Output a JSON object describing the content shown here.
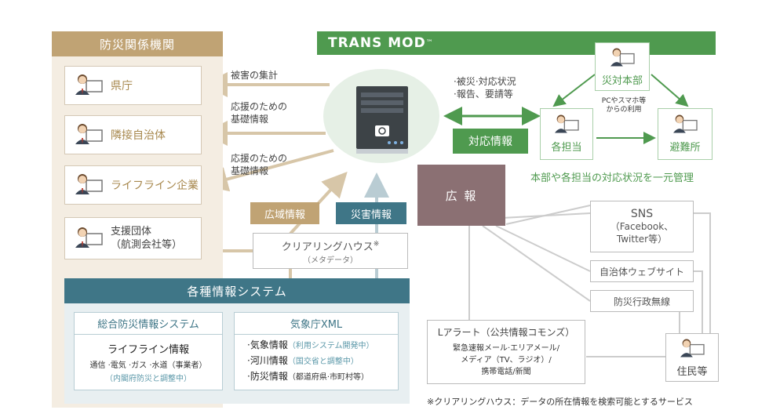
{
  "left_panel": {
    "title": "防災関係機関",
    "orgs": [
      "県庁",
      "隣接自治体",
      "ライフライン企業"
    ],
    "support": {
      "line1": "支援団体",
      "line2": "（航測会社等）"
    }
  },
  "trans_mod": {
    "title": "TRANS MOD",
    "tm": "™"
  },
  "flow_labels": {
    "damage_total": "被害の集計",
    "support_info_1": {
      "line1": "応援のための",
      "line2": "基礎情報"
    },
    "support_info_2": {
      "line1": "応援のための",
      "line2": "基礎情報"
    }
  },
  "tags": {
    "wide_area": "広域情報",
    "disaster": "災害情報",
    "response": "対応情報"
  },
  "clearing_house": {
    "title": "クリアリングハウス",
    "mark": "※",
    "sub": "（メタデータ）"
  },
  "info_systems": {
    "title": "各種情報システム",
    "sogo": {
      "title": "総合防災情報システム",
      "item": "ライフライン情報",
      "detail": "通信 ·電気 ·ガス ·水道（事業者）",
      "note": "（内閣府防災と調整中）"
    },
    "kishocho": {
      "title": "気象庁XML",
      "items": [
        {
          "main": "·気象情報",
          "note": "（利用システム開発中）"
        },
        {
          "main": "·河川情報",
          "note": "（国交省と調整中）"
        },
        {
          "main": "·防災情報",
          "note": "（都道府県·市町村等）"
        }
      ]
    }
  },
  "right_top": {
    "status": {
      "line1": "·被災·対応状況",
      "line2": "·報告、要請等"
    },
    "hq": "災対本部",
    "pc_note": {
      "line1": "PCやスマホ等",
      "line2": "からの利用"
    },
    "staff": "各担当",
    "shelter": "避難所",
    "unified": "本部や各担当の対応状況を一元管理"
  },
  "pr": {
    "title": "広 報"
  },
  "channels": {
    "sns": {
      "line1": "SNS",
      "line2": "（Facebook、",
      "line3": "Twitter等）"
    },
    "website": "自治体ウェブサイト",
    "radio": "防災行政無線"
  },
  "l_alert": {
    "title": "Lアラート（公共情報コモンズ）",
    "line1": "緊急速報メール·エリアメール/",
    "line2": "メディア（TV、ラジオ）/",
    "line3": "携帯電話/新聞"
  },
  "residents": "住民等",
  "footnote": "※クリアリングハウス：データの所在情報を検索可能とするサービス",
  "colors": {
    "beige": "#c0a374",
    "green": "#4f9a4f",
    "teal": "#3f7687",
    "mauve": "#8b7073"
  }
}
